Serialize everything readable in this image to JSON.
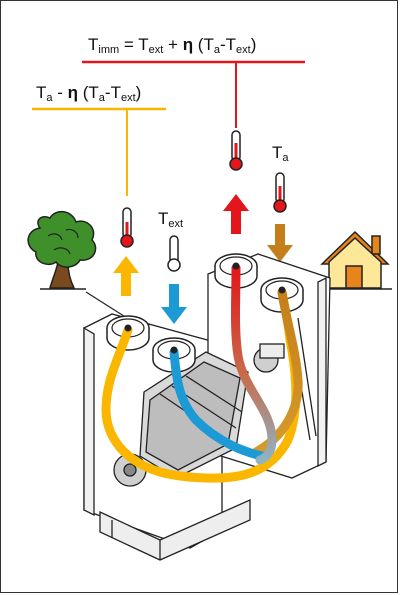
{
  "formulas": {
    "top": {
      "T": "T",
      "imm": "imm",
      "eq": " = T",
      "ext1": "ext",
      "plus": " + ",
      "eta": "η",
      "open": " (T",
      "a": "a",
      "dash": "-T",
      "ext2": "ext",
      "close": ")"
    },
    "left": {
      "T": "T",
      "a": "a",
      "minus": " - ",
      "eta": "η",
      "open": " (T",
      "a2": "a",
      "dash": "-T",
      "ext": "ext",
      "close": ")"
    }
  },
  "labels": {
    "text_T": "T",
    "text_sub": "ext",
    "ta_T": "T",
    "ta_sub": "a"
  },
  "colors": {
    "supply": "#e3161b",
    "exhaust": "#fbb600",
    "fresh_air": "#1c9ad6",
    "extract": "#c47f1a",
    "outline": "#222222"
  }
}
